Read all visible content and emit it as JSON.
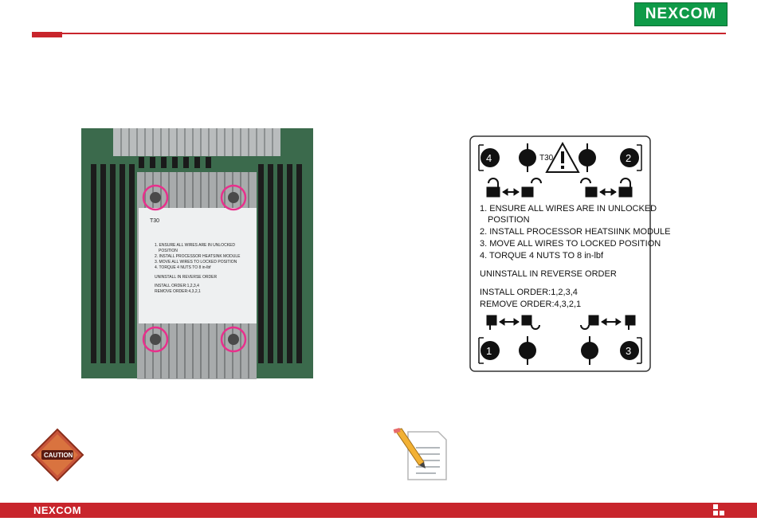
{
  "brand": {
    "logo_text": "NEXCOM",
    "footer_logo_text": "NEXCOM",
    "primary_color": "#c8252c",
    "logo_color": "#0f9a48"
  },
  "label": {
    "torx": "T30",
    "nut_numbers": [
      "4",
      "2",
      "1",
      "3"
    ],
    "instructions": [
      "1. ENSURE ALL WIRES ARE IN UNLOCKED",
      "POSITION",
      "2. INSTALL PROCESSOR HEATSIINK MODULE",
      "3. MOVE ALL WIRES TO LOCKED POSITION",
      "4. TORQUE 4 NUTS TO 8 in-lbf"
    ],
    "uninstall": "UNINSTALL IN REVERSE ORDER",
    "install_order": "INSTALL ORDER:1,2,3,4",
    "remove_order": "REMOVE ORDER:4,3,2,1"
  },
  "photo": {
    "label_lines": [
      "1. ENSURE ALL WIRES ARE IN UNLOCKED",
      "POSITION",
      "2. INSTALL PROCESSOR HEATSINK MODULE",
      "3. MOVE ALL WIRES TO LOCKED POSITION",
      "4. TORQUE 4 NUTS TO 8 in-lbf",
      "UNINSTALL IN REVERSE ORDER",
      "INSTALL ORDER:1,2,3,4",
      "REMOVE ORDER:4,3,2,1"
    ],
    "torx": "T30"
  },
  "icons": {
    "caution_text": "CAUTION"
  }
}
